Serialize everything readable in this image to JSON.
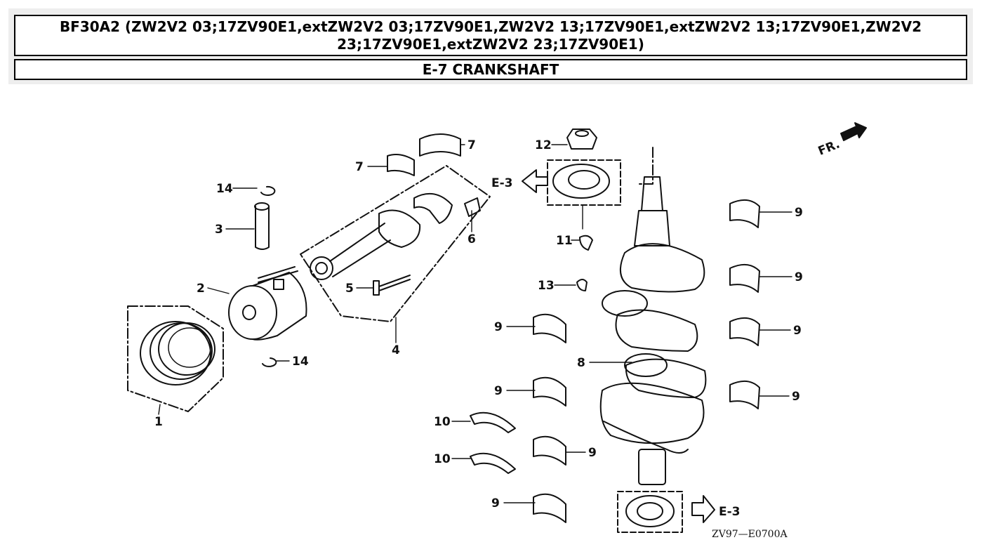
{
  "header": {
    "model_title": "BF30A2 (ZW2V2 03;17ZV90E1,extZW2V2 03;17ZV90E1,ZW2V2 13;17ZV90E1,extZW2V2 13;17ZV90E1,ZW2V2 23;17ZV90E1,extZW2V2 23;17ZV90E1)",
    "section_title": "E-7 CRANKSHAFT"
  },
  "diagram": {
    "direction_label": "FR.",
    "ref_top": "E-3",
    "ref_bottom": "E-3",
    "drawing_code": "ZV97—E0700A",
    "callouts": [
      {
        "id": "c1",
        "text": "1"
      },
      {
        "id": "c2",
        "text": "2"
      },
      {
        "id": "c3",
        "text": "3"
      },
      {
        "id": "c4",
        "text": "4"
      },
      {
        "id": "c5",
        "text": "5"
      },
      {
        "id": "c6",
        "text": "6"
      },
      {
        "id": "c7a",
        "text": "7"
      },
      {
        "id": "c7b",
        "text": "7"
      },
      {
        "id": "c8",
        "text": "8"
      },
      {
        "id": "c9a",
        "text": "9"
      },
      {
        "id": "c9b",
        "text": "9"
      },
      {
        "id": "c9c",
        "text": "9"
      },
      {
        "id": "c9d",
        "text": "9"
      },
      {
        "id": "c9e",
        "text": "9"
      },
      {
        "id": "c9f",
        "text": "9"
      },
      {
        "id": "c9g",
        "text": "9"
      },
      {
        "id": "c9h",
        "text": "9"
      },
      {
        "id": "c10a",
        "text": "10"
      },
      {
        "id": "c10b",
        "text": "10"
      },
      {
        "id": "c11",
        "text": "11"
      },
      {
        "id": "c12",
        "text": "12"
      },
      {
        "id": "c13",
        "text": "13"
      },
      {
        "id": "c14a",
        "text": "14"
      },
      {
        "id": "c14b",
        "text": "14"
      }
    ]
  }
}
